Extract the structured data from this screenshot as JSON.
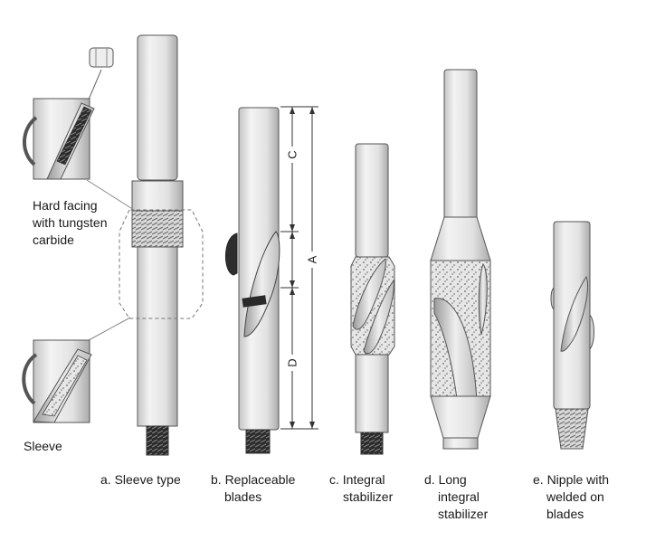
{
  "callouts": {
    "hard_facing": [
      "Hard facing",
      "with tungsten",
      "carbide"
    ],
    "sleeve": "Sleeve"
  },
  "dimensions": {
    "A": "A",
    "C": "C",
    "D": "D"
  },
  "captions": {
    "a": [
      "a. Sleeve type"
    ],
    "b": [
      "b. Replaceable",
      "blades"
    ],
    "c": [
      "c. Integral",
      "stabilizer"
    ],
    "d": [
      "d. Long",
      "integral",
      "stabilizer"
    ],
    "e": [
      "e. Nipple with",
      "welded on",
      "blades"
    ]
  },
  "colors": {
    "body_light": "#eeeeee",
    "body_shade": "#b8b8b8",
    "outline": "#555555",
    "thread": "#2a2a2a",
    "background": "#ffffff"
  }
}
